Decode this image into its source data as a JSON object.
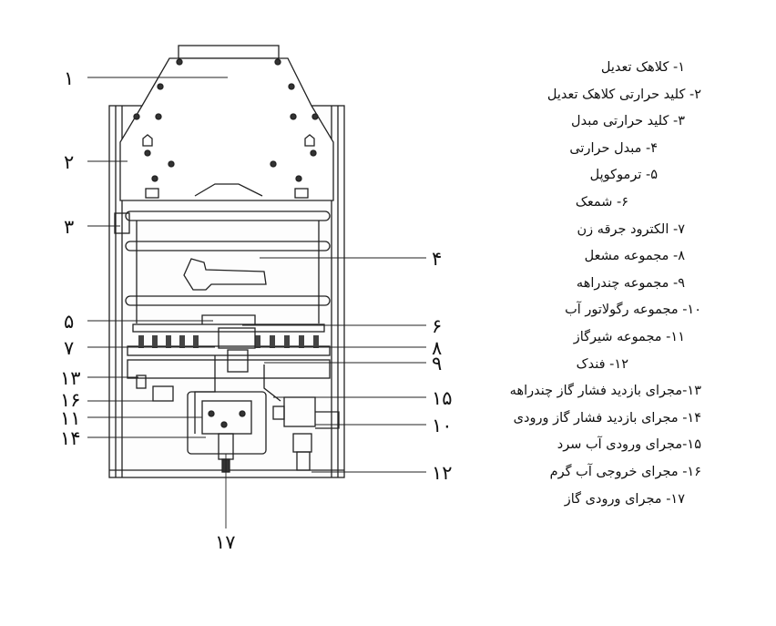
{
  "callouts": [
    "۱",
    "۲",
    "۳",
    "۴",
    "۵",
    "۶",
    "۷",
    "۸",
    "۹",
    "۱۰",
    "۱۱",
    "۱۲",
    "۱۳",
    "۱۴",
    "۱۵",
    "۱۶",
    "۱۷"
  ],
  "legend": [
    "۱- کلاهک تعدیل",
    "۲- کلید حرارتی کلاهک تعدیل",
    "۳- کلید حرارتی مبدل",
    "۴- مبدل حرارتی",
    "۵- ترموکوپل",
    "۶-  شمعک",
    "۷- الکترود جرقه زن",
    "۸- مجموعه  مشعل",
    "۹- مجموعه چندراهه",
    "۱۰- مجموعه رگولاتور آب",
    "۱۱- مجموعه شیرگاز",
    "۱۲- فندک",
    "۱۳-مجرای بازدید فشار گاز چندراهه",
    "۱۴- مجرای بازدید فشار گاز ورودی",
    "۱۵-مجرای  ورودی آب سرد",
    "۱۶- مجرای خروجی آب گرم",
    "۱۷- مجرای  ورودی گاز"
  ]
}
